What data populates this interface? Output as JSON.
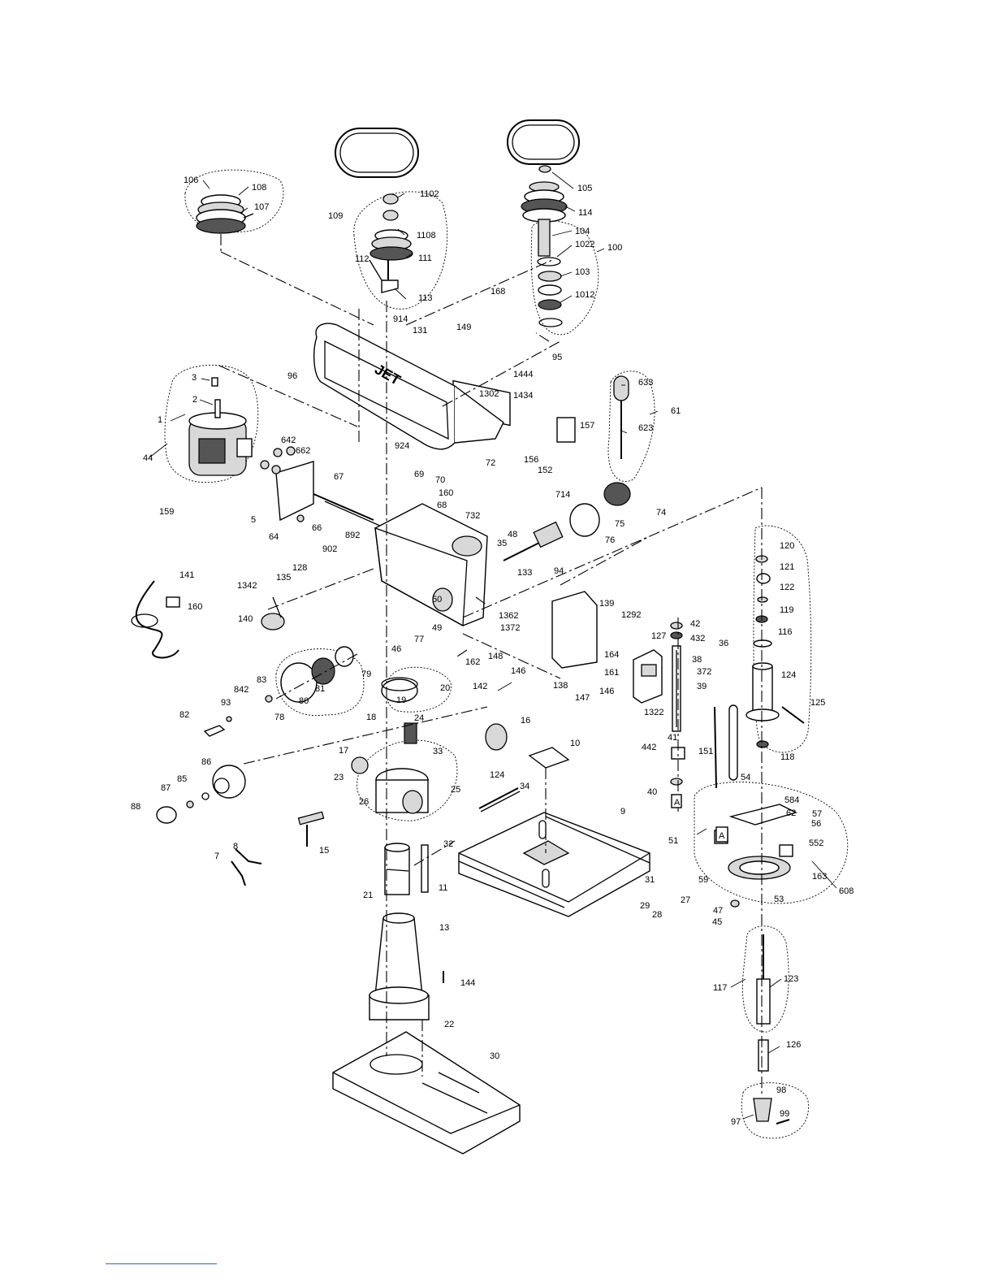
{
  "diagram": {
    "brand_mark": "JET",
    "callout_a": "A",
    "part_labels": [
      "1",
      "2",
      "3",
      "44",
      "5",
      "64",
      "642",
      "662",
      "67",
      "66",
      "159",
      "106",
      "108",
      "107",
      "1102",
      "109",
      "1108",
      "111",
      "112",
      "113",
      "105",
      "114",
      "104",
      "1022",
      "100",
      "103",
      "1012",
      "168",
      "914",
      "131",
      "149",
      "95",
      "96",
      "1302",
      "1444",
      "1434",
      "157",
      "633",
      "61",
      "623",
      "924",
      "69",
      "70",
      "68",
      "72",
      "156",
      "152",
      "714",
      "160",
      "732",
      "48",
      "35",
      "74",
      "75",
      "76",
      "94",
      "133",
      "892",
      "902",
      "128",
      "135",
      "1342",
      "140",
      "141",
      "160",
      "50",
      "49",
      "46",
      "77",
      "1362",
      "1372",
      "139",
      "1292",
      "127",
      "148",
      "164",
      "146",
      "161",
      "146",
      "138",
      "147",
      "1322",
      "162",
      "142",
      "79",
      "81",
      "80",
      "78",
      "83",
      "842",
      "93",
      "82",
      "19",
      "20",
      "18",
      "24",
      "16",
      "33",
      "17",
      "23",
      "26",
      "25",
      "86",
      "85",
      "87",
      "88",
      "15",
      "8",
      "7",
      "10",
      "124",
      "34",
      "9",
      "32",
      "21",
      "11",
      "31",
      "27",
      "29",
      "28",
      "13",
      "144",
      "22",
      "30",
      "42",
      "432",
      "36",
      "372",
      "38",
      "39",
      "442",
      "41",
      "40",
      "151",
      "54",
      "120",
      "121",
      "122",
      "119",
      "116",
      "124",
      "125",
      "118",
      "584",
      "62",
      "57",
      "56",
      "552",
      "163",
      "51",
      "59",
      "53",
      "608",
      "47",
      "45",
      "117",
      "123",
      "126",
      "98",
      "97",
      "99"
    ]
  }
}
